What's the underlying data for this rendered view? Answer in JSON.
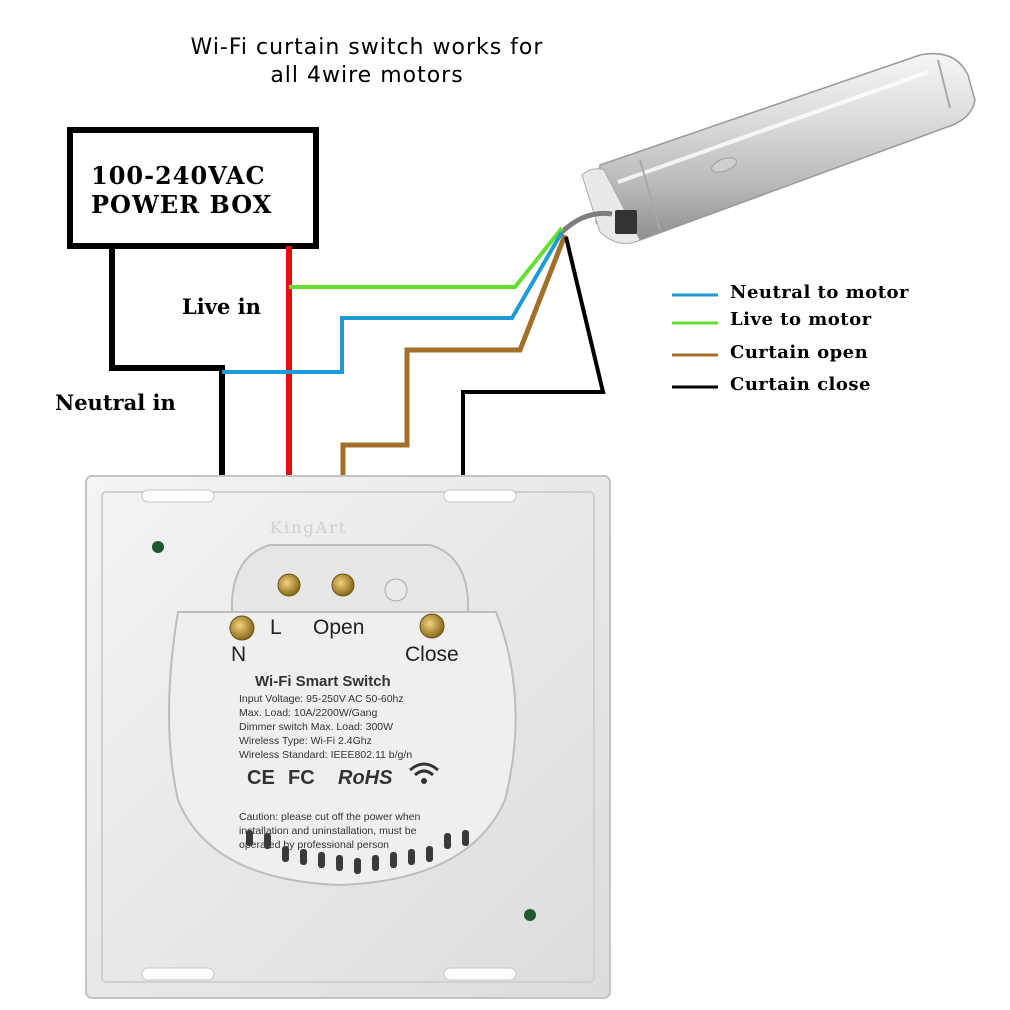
{
  "title": {
    "line1": "Wi-Fi curtain switch works for",
    "line2": "all 4wire motors"
  },
  "power_box": {
    "line1": "100-240VAC",
    "line2": "POWER BOX"
  },
  "labels": {
    "live_in": "Live in",
    "neutral_in": "Neutral in"
  },
  "legend": [
    {
      "label": "Neutral to motor",
      "color": "#1e9ad6"
    },
    {
      "label": "Live to motor",
      "color": "#66dd33"
    },
    {
      "label": "Curtain open",
      "color": "#a0702a"
    },
    {
      "label": "Curtain close",
      "color": "#000000"
    }
  ],
  "wire_colors": {
    "live_in": "#e01010",
    "neutral": "#000000"
  },
  "switch": {
    "brand": "KingArt",
    "terminals": {
      "n": "N",
      "l": "L",
      "open": "Open",
      "close": "Close"
    },
    "title": "Wi-Fi Smart Switch",
    "specs": [
      "Input Voltage: 95-250V AC 50-60hz",
      "Max. Load: 10A/2200W/Gang",
      "Dimmer switch Max. Load: 300W",
      "Wireless Type: Wi-Fi 2.4Ghz",
      "Wireless Standard: IEEE802.11 b/g/n"
    ],
    "certifications": [
      "CE",
      "FC",
      "RoHS"
    ],
    "wifi_icon": "wifi-icon",
    "caution": [
      "Caution: please cut off the power when",
      "installation and uninstallation, must be",
      "operated by professional person"
    ]
  },
  "motor": {
    "icon": "curtain-motor-tube"
  }
}
